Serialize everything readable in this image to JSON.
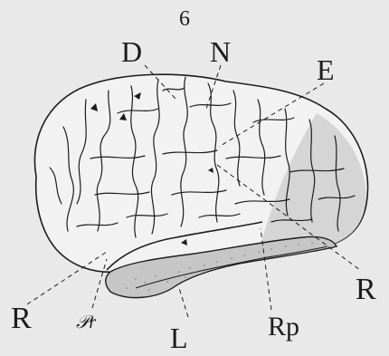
{
  "figure": {
    "number": "6",
    "labels": {
      "D": "D",
      "N": "N",
      "E": "E",
      "R_right": "R",
      "R_left": "R",
      "Pr": "𝒫r",
      "L": "L",
      "Rp": "Rp"
    }
  },
  "colors": {
    "background": "#e9e9e9",
    "brain_fill": "#f2f2f2",
    "temporal_shade": "#c9c9c9",
    "ink": "#1c1c1c"
  }
}
